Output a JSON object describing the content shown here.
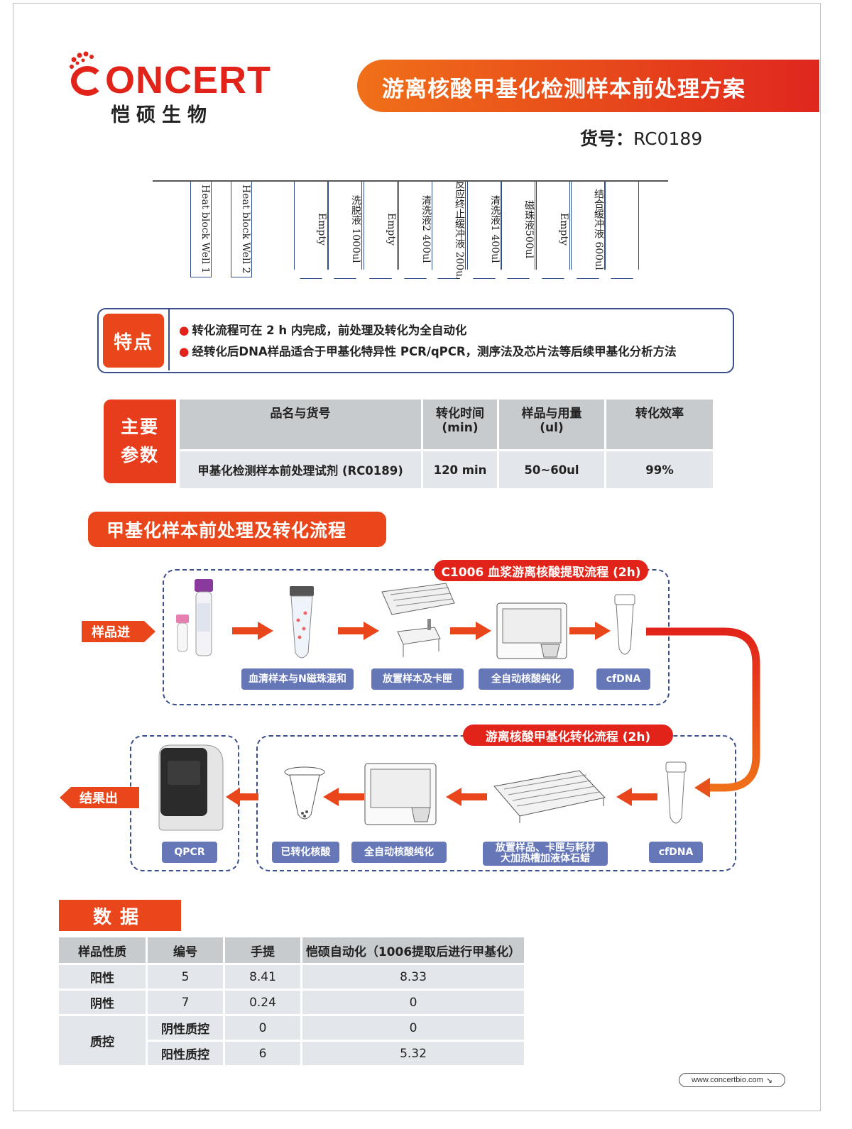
{
  "header": {
    "logo_word": "ONCERT",
    "logo_cn": "恺硕生物",
    "title": "游离核酸甲基化检测样本前处理方案",
    "catalog_label": "货号：",
    "catalog_no": "RC0189"
  },
  "rack": {
    "heat_blocks": [
      "Heat block Well 1",
      "Heat block Well 2"
    ],
    "tubes": [
      "Empty",
      "洗脱液 1000ul",
      "Empty",
      "清洗液2 400ul",
      "反应终止缓冲液 200ul",
      "清洗液1 400ul",
      "磁珠液500ul",
      "Empty",
      "结合缓冲液 600ul",
      ""
    ]
  },
  "features": {
    "tag": "特点",
    "items": [
      "转化流程可在 2 h 内完成，前处理及转化为全自动化",
      "经转化后DNA样品适合于甲基化特异性 PCR/qPCR，测序法及芯片法等后续甲基化分析方法"
    ]
  },
  "params": {
    "tag_line1": "主要",
    "tag_line2": "参数",
    "headers": [
      "品名与货号",
      "转化时间\n(min)",
      "样品与用量\n(ul)",
      "转化效率"
    ],
    "header_lines": [
      [
        "品名与货号"
      ],
      [
        "转化时间",
        "(min)"
      ],
      [
        "样品与用量",
        "(ul)"
      ],
      [
        "转化效率"
      ]
    ],
    "row": [
      "甲基化检测样本前处理试剂 (RC0189)",
      "120 min",
      "50~60ul",
      "99%"
    ]
  },
  "flow": {
    "title": "甲基化样本前处理及转化流程",
    "top_title": "C1006 血浆游离核酸提取流程 (2h)",
    "bottom_title": "游离核酸甲基化转化流程 (2h)",
    "input": "样品进",
    "output": "结果出",
    "top_steps": [
      "血清样本与N磁珠混和",
      "放置样本及卡匣",
      "全自动核酸纯化",
      "cfDNA"
    ],
    "bottom_steps": [
      "cfDNA",
      "放置样品、卡匣与耗材",
      "大加热槽加液体石蜡",
      "全自动核酸纯化",
      "已转化核酸"
    ],
    "qpcr": "QPCR"
  },
  "data": {
    "tag": "数据",
    "headers": [
      "样品性质",
      "编号",
      "手提",
      "恺硕自动化（1006提取后进行甲基化）"
    ],
    "rows": [
      [
        "阳性",
        "5",
        "8.41",
        "8.33"
      ],
      [
        "阴性",
        "7",
        "0.24",
        "0"
      ],
      [
        "质控",
        "阴性质控",
        "0",
        "0"
      ],
      [
        "",
        "阳性质控",
        "6",
        "5.32"
      ]
    ]
  },
  "footer": {
    "url": "www.concertbio.com"
  },
  "colors": {
    "brand_red": "#e2231a",
    "orange": "#e9461c",
    "navy": "#3b4f8f",
    "label_blue": "#6677b8"
  }
}
